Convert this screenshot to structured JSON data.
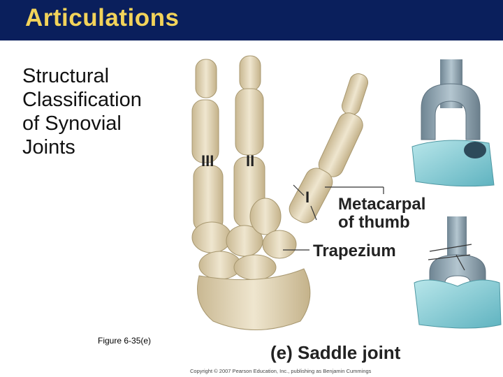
{
  "slide": {
    "title": "Articulations",
    "subtitle_lines": [
      "Structural",
      "Classification",
      "of Synovial",
      "Joints"
    ],
    "figure_ref": "Figure 6-35(e)"
  },
  "figure": {
    "finger_labels": [
      "III",
      "II",
      "I"
    ],
    "label_metacarpal_line1": "Metacarpal",
    "label_metacarpal_line2": "of thumb",
    "label_trapezium": "Trapezium",
    "caption": "(e) Saddle joint",
    "copyright": "Copyright © 2007 Pearson Education, Inc., publishing as Benjamin Cummings"
  },
  "colors": {
    "title_bar": "#0a1f5c",
    "title_text": "#f2d35a",
    "bone": "#e8dcc0",
    "saddle_gray": "#8fa4b0",
    "saddle_teal": "#8fd0d8"
  }
}
